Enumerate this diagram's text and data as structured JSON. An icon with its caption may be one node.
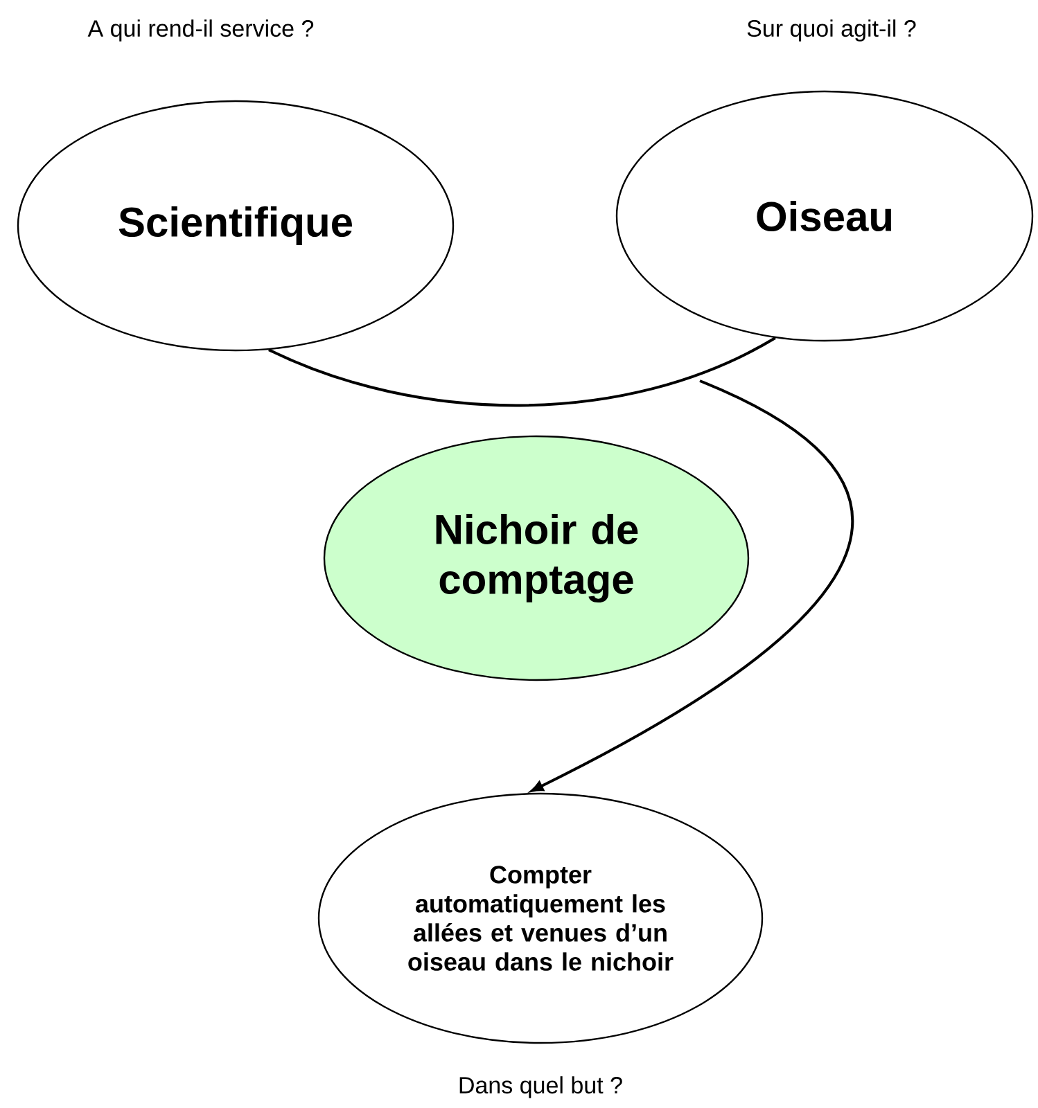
{
  "diagram": {
    "nodes": [
      {
        "text": [
          "Scientifique"
        ],
        "beside": [
          "A qui rend-il service ?"
        ]
      },
      {
        "text": [
          "Oiseau"
        ],
        "beside": [
          "Sur quoi agit-il ?"
        ]
      },
      {
        "text": [
          "Nichoir de comptage"
        ]
      },
      {
        "text": [
          "Compter automatiquement les allées et venues d’un oiseau dans le nichoir"
        ],
        "beside": [
          "Dans quel but ?"
        ]
      }
    ],
    "edges": [
      {
        "from": 0,
        "to": 1,
        "arrow": "none"
      },
      {
        "from": null,
        "to": 3,
        "arrow": "to"
      }
    ]
  }
}
